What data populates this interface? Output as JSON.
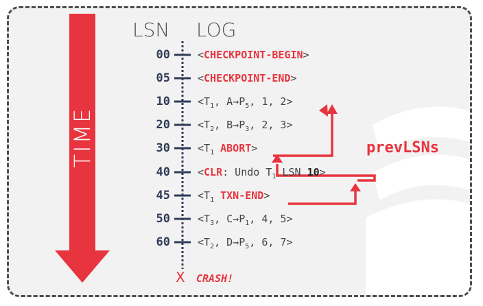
{
  "header": {
    "lsn": "LSN",
    "log": "LOG"
  },
  "time_label": "TIME",
  "log": [
    {
      "lsn": "00",
      "parts": [
        [
          "<",
          ""
        ],
        [
          "CHECKPOINT-BEGIN",
          "red"
        ],
        [
          ">",
          ""
        ]
      ]
    },
    {
      "lsn": "05",
      "parts": [
        [
          "<",
          ""
        ],
        [
          "CHECKPOINT-END",
          "red"
        ],
        [
          ">",
          ""
        ]
      ]
    },
    {
      "lsn": "10",
      "parts": [
        [
          "<T",
          ""
        ],
        [
          "1",
          "sub"
        ],
        [
          ", A→P",
          ""
        ],
        [
          "5",
          "sub"
        ],
        [
          ", 1, 2>",
          ""
        ]
      ]
    },
    {
      "lsn": "20",
      "parts": [
        [
          "<T",
          ""
        ],
        [
          "2",
          "sub"
        ],
        [
          ", B→P",
          ""
        ],
        [
          "3",
          "sub"
        ],
        [
          ", 2, 3>",
          ""
        ]
      ]
    },
    {
      "lsn": "30",
      "parts": [
        [
          "<T",
          ""
        ],
        [
          "1",
          "sub"
        ],
        [
          " ",
          ""
        ],
        [
          "ABORT",
          "red"
        ],
        [
          ">",
          ""
        ]
      ]
    },
    {
      "lsn": "40",
      "parts": [
        [
          "<",
          ""
        ],
        [
          "CLR",
          "red"
        ],
        [
          ": Undo T",
          ""
        ],
        [
          "1",
          "sub"
        ],
        [
          " LSN ",
          ""
        ],
        [
          "10",
          "bold"
        ],
        [
          ">",
          ""
        ]
      ]
    },
    {
      "lsn": "45",
      "parts": [
        [
          "<T",
          ""
        ],
        [
          "1",
          "sub"
        ],
        [
          " ",
          ""
        ],
        [
          "TXN-END",
          "red"
        ],
        [
          ">",
          ""
        ]
      ]
    },
    {
      "lsn": "50",
      "parts": [
        [
          "<T",
          ""
        ],
        [
          "3",
          "sub"
        ],
        [
          ", C→P",
          ""
        ],
        [
          "1",
          "sub"
        ],
        [
          ", 4, 5>",
          ""
        ]
      ]
    },
    {
      "lsn": "60",
      "parts": [
        [
          "<T",
          ""
        ],
        [
          "2",
          "sub"
        ],
        [
          ", D→P",
          ""
        ],
        [
          "5",
          "sub"
        ],
        [
          ", 6, 7>",
          ""
        ]
      ]
    }
  ],
  "prevlsns_label": "prevLSNs",
  "crash": {
    "mark": "X",
    "label": "CRASH!"
  },
  "colors": {
    "accent_red": "#e8343f",
    "lsn_navy": "#2f3b57",
    "frame_bg": "#f2f2f2"
  }
}
